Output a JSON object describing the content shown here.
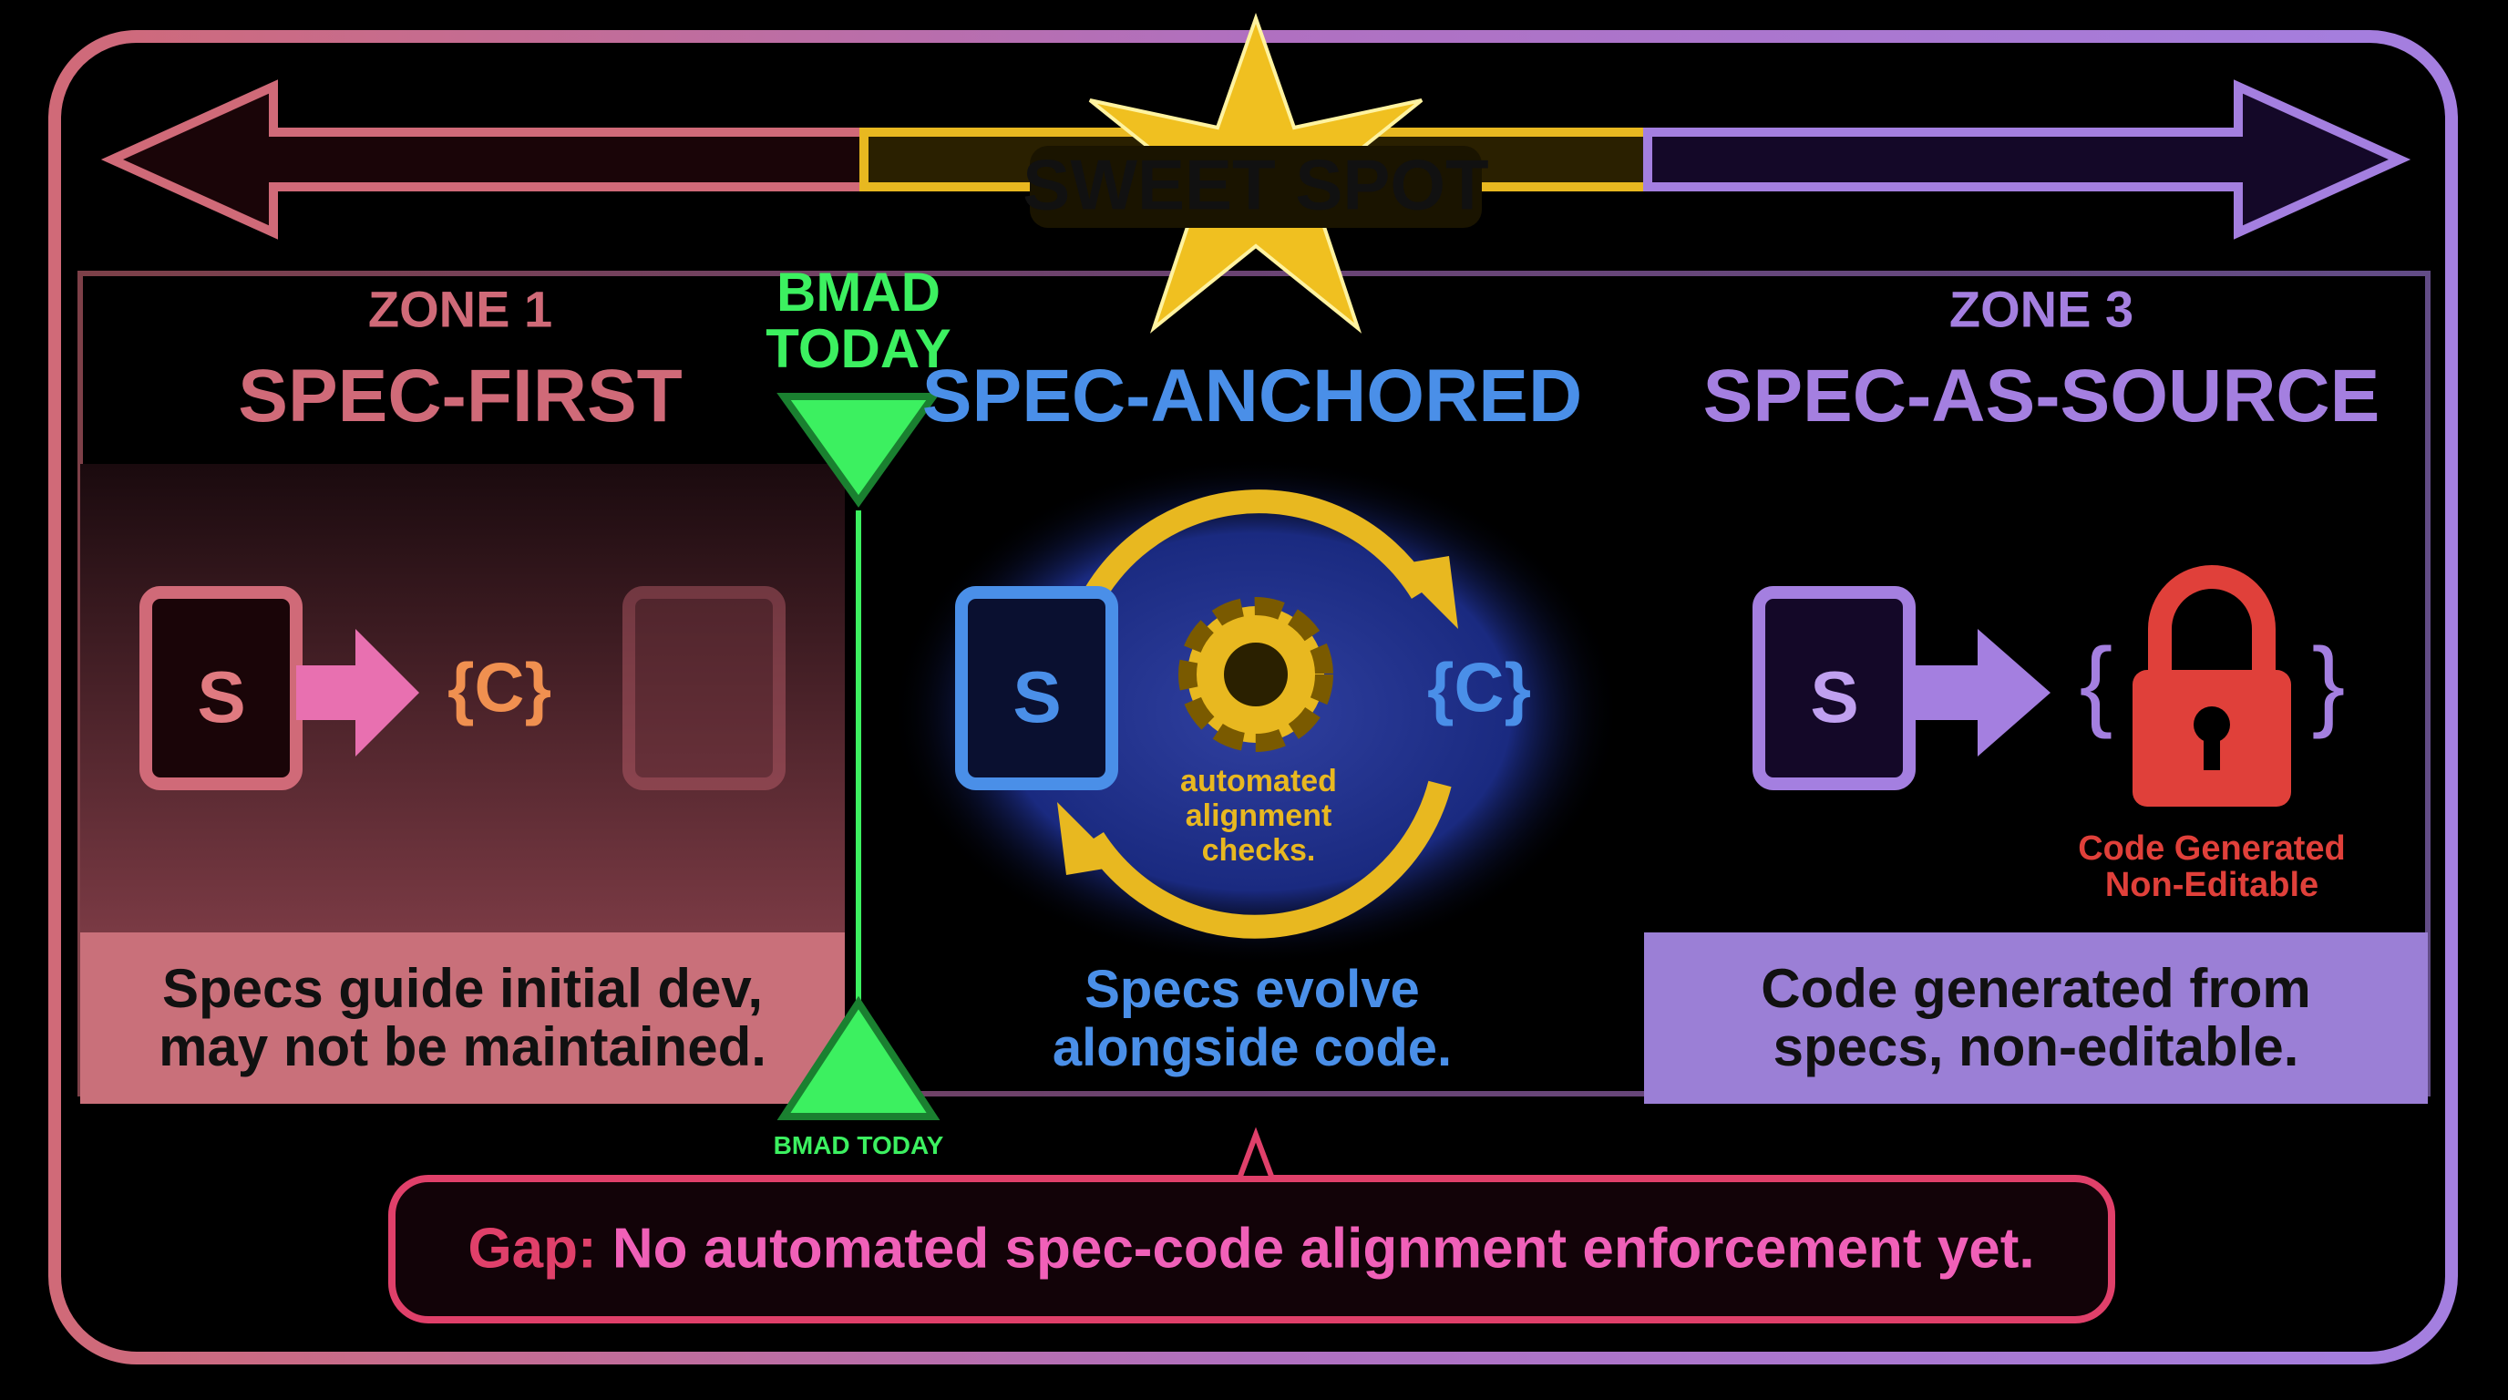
{
  "banner": {
    "label": "SWEET SPOT"
  },
  "zones": [
    {
      "zone_label": "ZONE 1",
      "title": "SPEC-FIRST",
      "caption_line1": "Specs guide initial dev,",
      "caption_line2": "may not be maintained.",
      "color": "#d06a78",
      "icon_spec": "S",
      "icon_code": "C"
    },
    {
      "title": "SPEC-ANCHORED",
      "caption_line1": "Specs evolve",
      "caption_line2": "alongside code.",
      "color": "#4a8fe8",
      "cycle_line1": "automated",
      "cycle_line2": "alignment",
      "cycle_line3": "checks.",
      "icon_spec": "S",
      "icon_code": "C"
    },
    {
      "zone_label": "ZONE 3",
      "title": "SPEC-AS-SOURCE",
      "caption_line1": "Code generated from",
      "caption_line2": "specs, non-editable.",
      "color": "#a47fe0",
      "lock_line1": "Code Generated",
      "lock_line2": "Non-Editable",
      "icon_spec": "S"
    }
  ],
  "marker": {
    "top_line1": "BMAD",
    "top_line2": "TODAY",
    "bottom_label": "BMAD TODAY",
    "color": "#3cf060"
  },
  "gap": {
    "prefix": "Gap:",
    "text": "No automated spec-code alignment enforcement yet."
  },
  "colors": {
    "pink": "#d06a78",
    "gold": "#e8b820",
    "purple": "#a47fe0",
    "green": "#3cf060",
    "red": "#e0403a",
    "gap_text": "#f060b8"
  }
}
